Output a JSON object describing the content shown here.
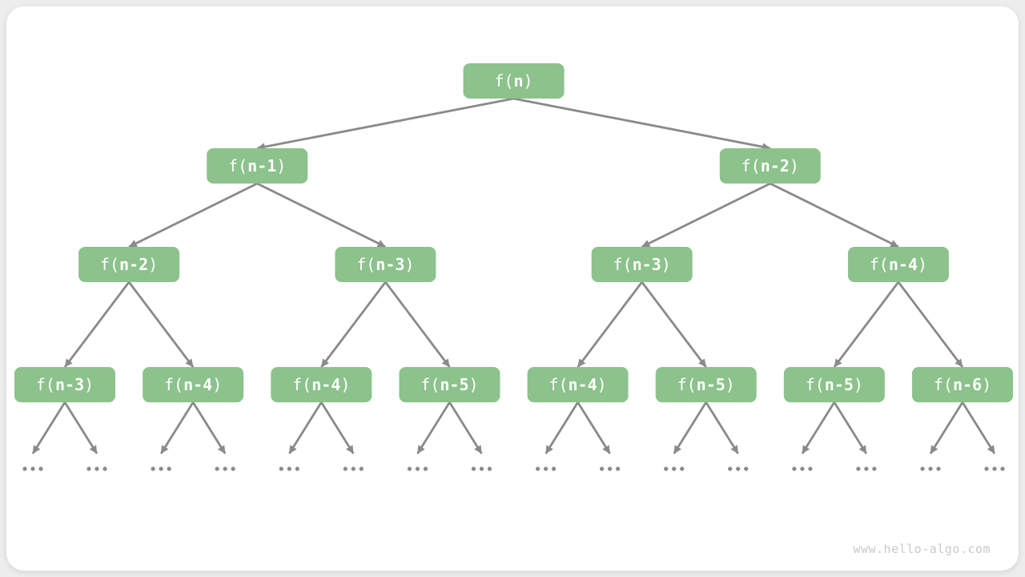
{
  "page": {
    "watermark": "www.hello-algo.com"
  },
  "colors": {
    "page_bg": "#EDEDED",
    "card_bg": "#FFFFFF",
    "node_fill": "#8CC28C",
    "node_text": "#FFFFFF",
    "edge": "#8A8A8A",
    "ellipsis": "#8A8A8A",
    "watermark": "#C9C9C9"
  },
  "diagram": {
    "type": "recursion-tree",
    "root": {
      "label": "f(n)",
      "children": [
        {
          "label": "f(n-1)",
          "children": [
            {
              "label": "f(n-2)",
              "children": [
                {
                  "label": "f(n-3)",
                  "children": [
                    {
                      "label": "..."
                    },
                    {
                      "label": "..."
                    }
                  ]
                },
                {
                  "label": "f(n-4)",
                  "children": [
                    {
                      "label": "..."
                    },
                    {
                      "label": "..."
                    }
                  ]
                }
              ]
            },
            {
              "label": "f(n-3)",
              "children": [
                {
                  "label": "f(n-4)",
                  "children": [
                    {
                      "label": "..."
                    },
                    {
                      "label": "..."
                    }
                  ]
                },
                {
                  "label": "f(n-5)",
                  "children": [
                    {
                      "label": "..."
                    },
                    {
                      "label": "..."
                    }
                  ]
                }
              ]
            }
          ]
        },
        {
          "label": "f(n-2)",
          "children": [
            {
              "label": "f(n-3)",
              "children": [
                {
                  "label": "f(n-4)",
                  "children": [
                    {
                      "label": "..."
                    },
                    {
                      "label": "..."
                    }
                  ]
                },
                {
                  "label": "f(n-5)",
                  "children": [
                    {
                      "label": "..."
                    },
                    {
                      "label": "..."
                    }
                  ]
                }
              ]
            },
            {
              "label": "f(n-4)",
              "children": [
                {
                  "label": "f(n-5)",
                  "children": [
                    {
                      "label": "..."
                    },
                    {
                      "label": "..."
                    }
                  ]
                },
                {
                  "label": "f(n-6)",
                  "children": [
                    {
                      "label": "..."
                    },
                    {
                      "label": "..."
                    }
                  ]
                }
              ]
            }
          ]
        }
      ]
    }
  }
}
